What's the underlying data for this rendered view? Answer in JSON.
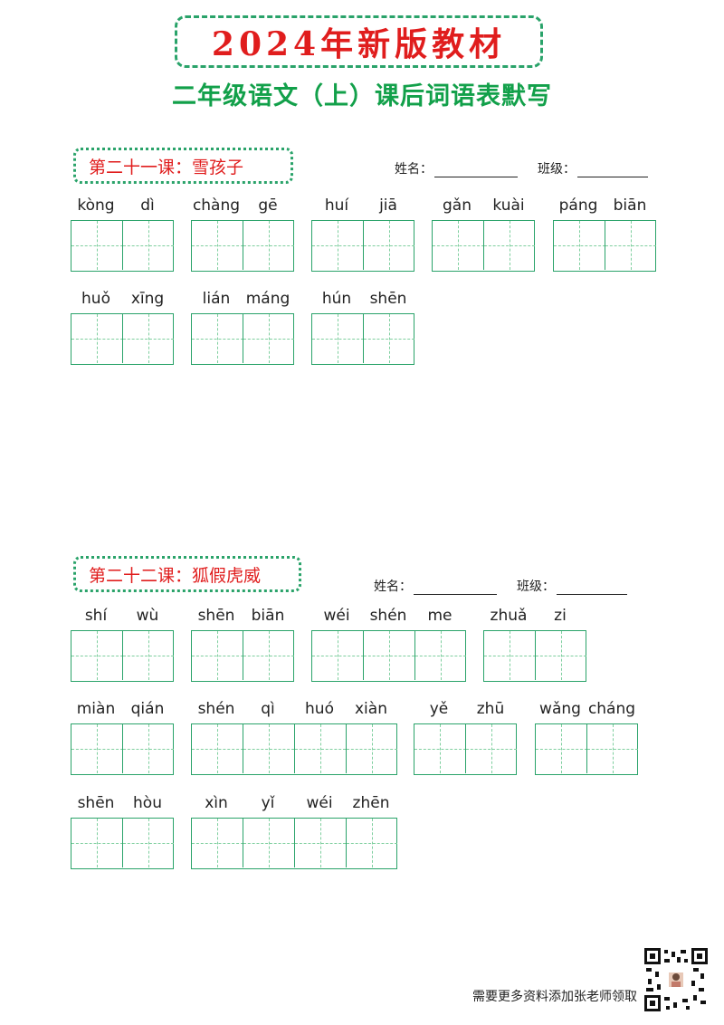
{
  "header": {
    "title": "2024年新版教材",
    "subtitle": "二年级语文（上）课后词语表默写"
  },
  "meta": {
    "name_label": "姓名：",
    "class_label": "班级："
  },
  "lessons": [
    {
      "title": "第二十一课：雪孩子",
      "rows": [
        [
          [
            "kòng",
            "dì"
          ],
          [
            "chàng",
            "gē"
          ],
          [
            "huí",
            "jiā"
          ],
          [
            "gǎn",
            "kuài"
          ],
          [
            "páng",
            "biān"
          ]
        ],
        [
          [
            "huǒ",
            "xīng"
          ],
          [
            "lián",
            "máng"
          ],
          [
            "hún",
            "shēn"
          ]
        ]
      ]
    },
    {
      "title": "第二十二课：狐假虎威",
      "rows": [
        [
          [
            "shí",
            "wù"
          ],
          [
            "shēn",
            "biān"
          ],
          [
            "wéi",
            "shén",
            "me"
          ],
          [
            "zhuǎ",
            "zi"
          ]
        ],
        [
          [
            "miàn",
            "qián"
          ],
          [
            "shén",
            "qì",
            "huó",
            "xiàn"
          ],
          [
            "yě",
            "zhū"
          ],
          [
            "wǎng",
            "cháng"
          ]
        ],
        [
          [
            "shēn",
            "hòu"
          ],
          [
            "xìn",
            "yǐ",
            "wéi",
            "zhēn"
          ]
        ]
      ]
    }
  ],
  "footer": {
    "text": "需要更多资料添加张老师领取"
  },
  "colors": {
    "accent_red": "#e01d1d",
    "accent_green": "#12a04a",
    "grid_green": "#2aa36a"
  },
  "icons": {
    "qr": "qr-code-icon"
  }
}
